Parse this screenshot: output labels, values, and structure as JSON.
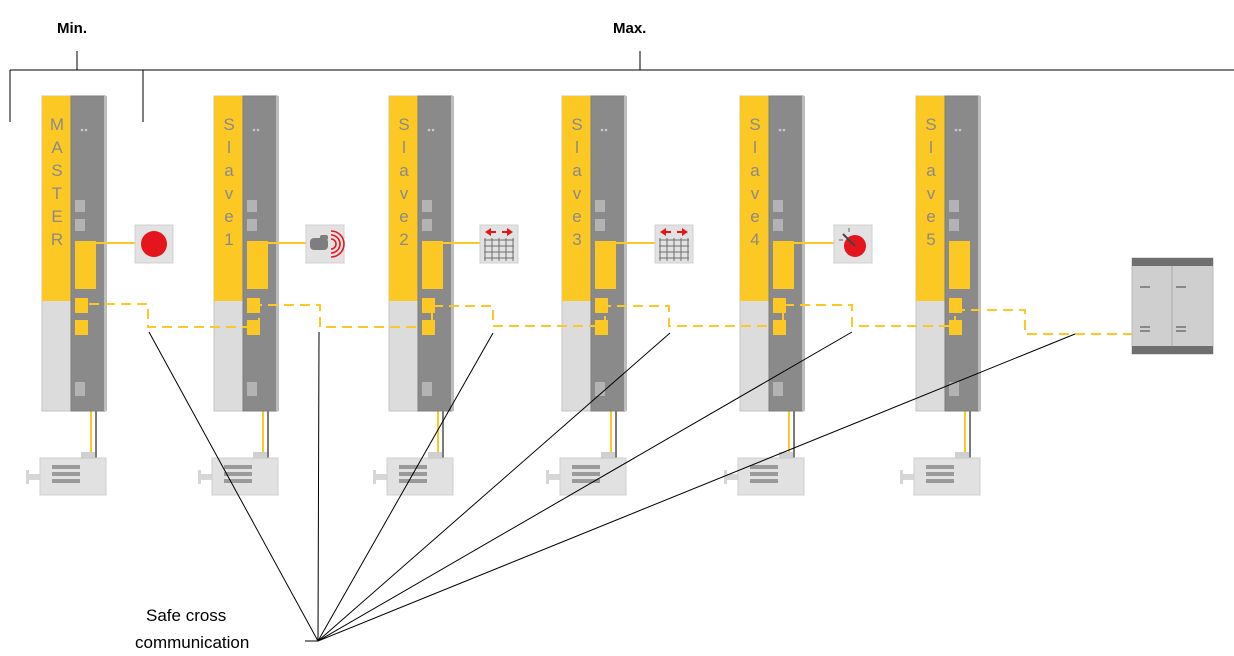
{
  "labels": {
    "min": "Min.",
    "max": "Max.",
    "safe_line1": "Safe cross",
    "safe_line2": "communication"
  },
  "modules": [
    {
      "id": "master",
      "letters": [
        "M",
        "A",
        "S",
        "T",
        "E",
        "R"
      ]
    },
    {
      "id": "slave1",
      "letters": [
        "S",
        "l",
        "a",
        "v",
        "e",
        "1"
      ]
    },
    {
      "id": "slave2",
      "letters": [
        "S",
        "l",
        "a",
        "v",
        "e",
        "2"
      ]
    },
    {
      "id": "slave3",
      "letters": [
        "S",
        "l",
        "a",
        "v",
        "e",
        "3"
      ]
    },
    {
      "id": "slave4",
      "letters": [
        "S",
        "l",
        "a",
        "v",
        "e",
        "4"
      ]
    },
    {
      "id": "slave5",
      "letters": [
        "S",
        "l",
        "a",
        "v",
        "e",
        "5"
      ]
    }
  ],
  "devices": [
    {
      "icon": "emergency-stop-icon"
    },
    {
      "icon": "two-hand-control-icon"
    },
    {
      "icon": "light-curtain-icon"
    },
    {
      "icon": "light-curtain-icon"
    },
    {
      "icon": "selector-switch-icon"
    }
  ],
  "end_device_icon": "controller-icon",
  "motor_icon": "motor-icon",
  "colors": {
    "accent": "#fcc823",
    "module_dark": "#8a8a8a",
    "module_light": "#dcdcdc",
    "red": "#e5151e",
    "line": "#000000"
  }
}
